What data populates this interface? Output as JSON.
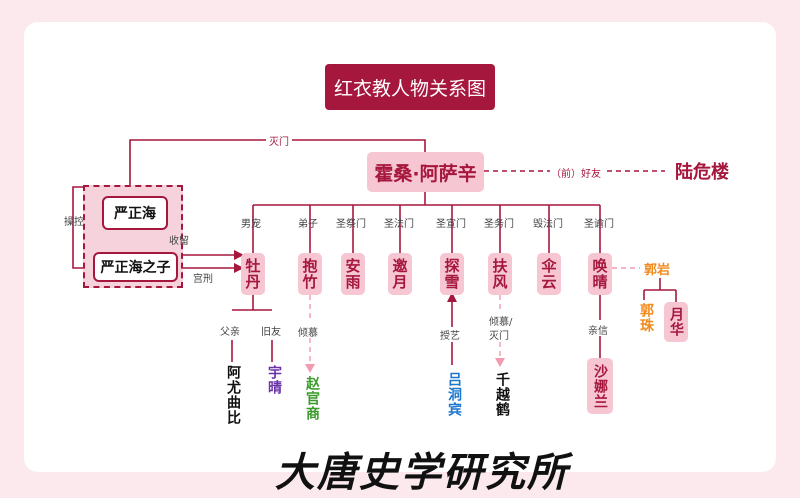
{
  "title": "红衣教人物关系图",
  "center": "霍桑·阿萨辛",
  "friend": {
    "name": "陆危楼",
    "label": "（前）好友"
  },
  "destroy_label": "灭门",
  "yan": {
    "father": "严正海",
    "son": "严正海之子",
    "control": "操控",
    "adopt": "收留",
    "punish": "宫刑"
  },
  "roles": [
    "男宠",
    "弟子",
    "圣祭门",
    "圣法门",
    "圣宣门",
    "圣务门",
    "毁法门",
    "圣谕门"
  ],
  "members": [
    "牡丹",
    "抱竹",
    "安雨",
    "邀月",
    "探雪",
    "扶风",
    "伞云",
    "唤晴"
  ],
  "mudan": {
    "father_label": "父亲",
    "friend_label": "旧友",
    "father": "阿尤曲比",
    "friend": "宇晴"
  },
  "baozhu": {
    "label": "倾慕",
    "name": "赵官商"
  },
  "tanxue": {
    "label": "授艺",
    "name": "吕洞宾"
  },
  "fufeng": {
    "label1": "倾慕/",
    "label2": "灭门",
    "name": "千越鹤"
  },
  "huanqing": {
    "label": "亲信",
    "name": "沙娜兰"
  },
  "guo": {
    "parent": "郭岩",
    "child1": "郭珠",
    "child2": "月华"
  },
  "watermark": "大唐史学研究所"
}
